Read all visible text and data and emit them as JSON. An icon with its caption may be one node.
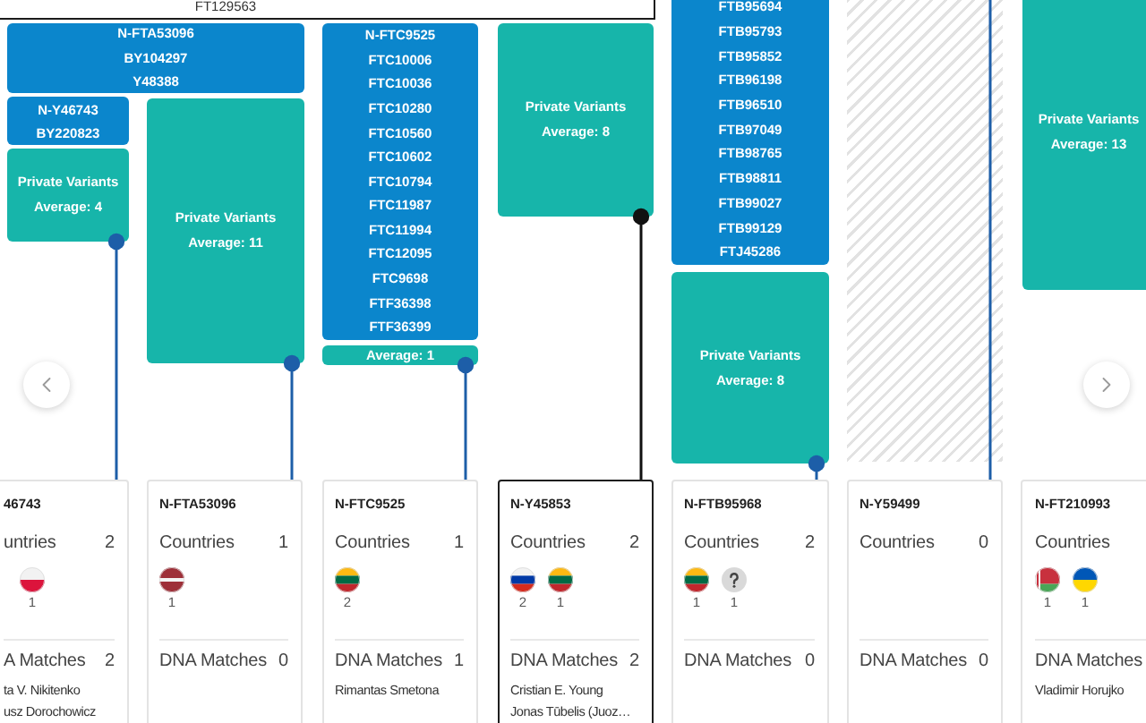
{
  "diagram": {
    "nodes": [
      {
        "text": [
          "FT129563"
        ]
      },
      {
        "text": [
          "N-FTA53096",
          "BY104297",
          "Y48388"
        ]
      },
      {
        "text": [
          "N-Y46743",
          "BY220823"
        ]
      },
      {
        "text": [
          "Private Variants",
          "Average: 4"
        ]
      },
      {
        "text": [
          "Private Variants",
          "Average: 11"
        ]
      },
      {
        "text": [
          "N-FTC9525",
          "FTC10006",
          "FTC10036",
          "FTC10280",
          "FTC10560",
          "FTC10602",
          "FTC10794",
          "FTC11987",
          "FTC11994",
          "FTC12095",
          "FTC9698",
          "FTF36398",
          "FTF36399"
        ]
      },
      {
        "text": [
          "Average: 1"
        ]
      },
      {
        "text": [
          "Private Variants",
          "Average: 8"
        ]
      },
      {
        "text": [
          "FTB95694",
          "FTB95793",
          "FTB95852",
          "FTB96198",
          "FTB96510",
          "FTB97049",
          "FTB98765",
          "FTB98811",
          "FTB99027",
          "FTB99129",
          "FTJ45286"
        ]
      },
      {
        "text": [
          "Private Variants",
          "Average: 8"
        ]
      },
      {
        "text": [],
        "shape": "box"
      },
      {
        "text": [
          "Private Variants",
          "Average: 13"
        ]
      },
      {
        "text": [
          "46743",
          "untries",
          "2",
          "1",
          "A Matches",
          "2",
          "ta V. Nikitenko",
          "usz Dorochowicz"
        ]
      },
      {
        "text": [
          "N-FTA53096",
          "Countries",
          "1",
          "1",
          "DNA Matches",
          "0"
        ]
      },
      {
        "text": [
          "N-FTC9525",
          "Countries",
          "1",
          "2",
          "DNA Matches",
          "1",
          "Rimantas Smetona"
        ]
      },
      {
        "text": [
          "N-Y45853",
          "Countries",
          "2",
          "2",
          "1",
          "DNA Matches",
          "2",
          "Cristian E. Young",
          "Jonas Tūbelis (Juoz…"
        ]
      },
      {
        "text": [
          "N-FTB95968",
          "Countries",
          "2",
          "1",
          "1",
          "DNA Matches",
          "0"
        ]
      },
      {
        "text": [
          "N-Y59499",
          "Countries",
          "0",
          "DNA Matches",
          "0"
        ]
      },
      {
        "text": [
          "N-FT210993",
          "Countries",
          "1",
          "1",
          "DNA Matches",
          "Vladimir Horujko"
        ]
      }
    ],
    "edges": [
      {
        "from": 3,
        "to": 12,
        "arrow": "other"
      },
      {
        "from": 4,
        "to": 13,
        "arrow": "other"
      },
      {
        "from": 6,
        "to": 14,
        "arrow": "other"
      },
      {
        "from": 7,
        "to": 15,
        "arrow": "other",
        "color": "#111111"
      },
      {
        "from": 9,
        "to": 16,
        "arrow": "other"
      },
      {
        "from": 10,
        "to": 17,
        "arrow": "none"
      }
    ]
  }
}
